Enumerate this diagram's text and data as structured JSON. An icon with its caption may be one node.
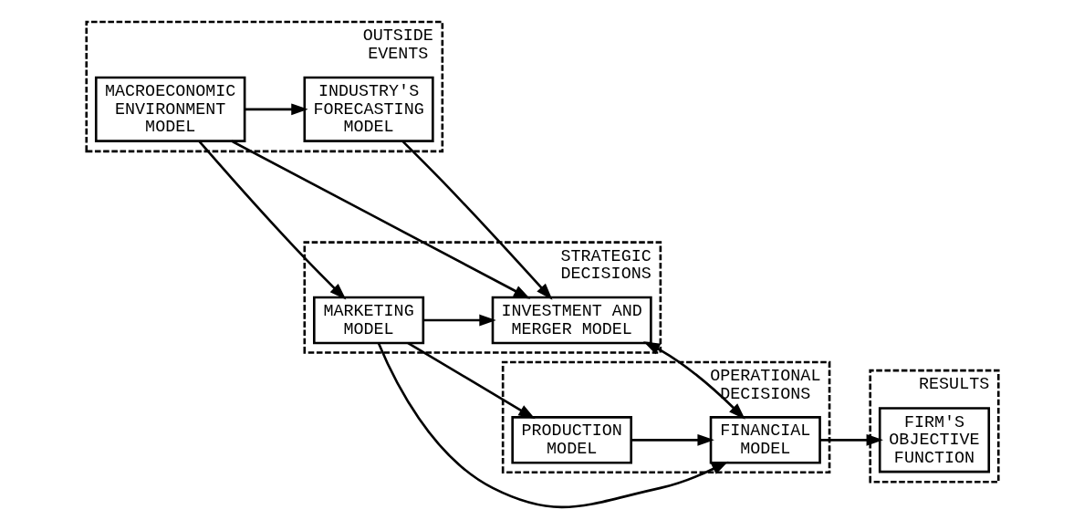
{
  "diagram": {
    "nodes": [
      {
        "text": [
          "OUTSIDE EVENTS"
        ]
      },
      {
        "text": [
          "STRATEGIC DECISIONS"
        ]
      },
      {
        "text": [
          "OPERATIONAL DECISIONS"
        ]
      },
      {
        "text": [
          "RESULTS"
        ]
      },
      {
        "text": [
          "MACROECONOMIC ENVIRONMENT MODEL"
        ],
        "in": 0
      },
      {
        "text": [
          "MARKETING MODEL"
        ],
        "in": 1
      },
      {
        "text": [
          "PRODUCTION MODEL"
        ],
        "in": 2
      },
      {
        "text": [
          "INVESTMENT AND MERGER MODEL"
        ],
        "in": 1
      },
      {
        "text": [
          "FINANCIAL MODEL"
        ],
        "in": 2
      },
      {
        "text": [
          "FIRM'S OBJECTIVE FUNCTION"
        ],
        "in": 3
      },
      {
        "text": [
          "INDUSTRY'S FORECASTING MODEL"
        ],
        "in": 0
      }
    ],
    "edges": [
      {
        "from": 4,
        "to": 5,
        "arrow": "to"
      },
      {
        "from": 5,
        "to": 6,
        "arrow": "to"
      },
      {
        "from": 5,
        "to": 7,
        "arrow": "to"
      },
      {
        "from": 5,
        "to": 8,
        "arrow": "to"
      },
      {
        "from": 6,
        "to": 8,
        "arrow": "to"
      },
      {
        "from": 4,
        "to": 7,
        "arrow": "to"
      },
      {
        "from": 4,
        "to": 10,
        "arrow": "to"
      },
      {
        "from": 10,
        "to": 7,
        "arrow": "to"
      },
      {
        "from": 7,
        "to": 8,
        "arrow": "both"
      },
      {
        "from": 8,
        "to": 9,
        "arrow": "to"
      }
    ]
  }
}
